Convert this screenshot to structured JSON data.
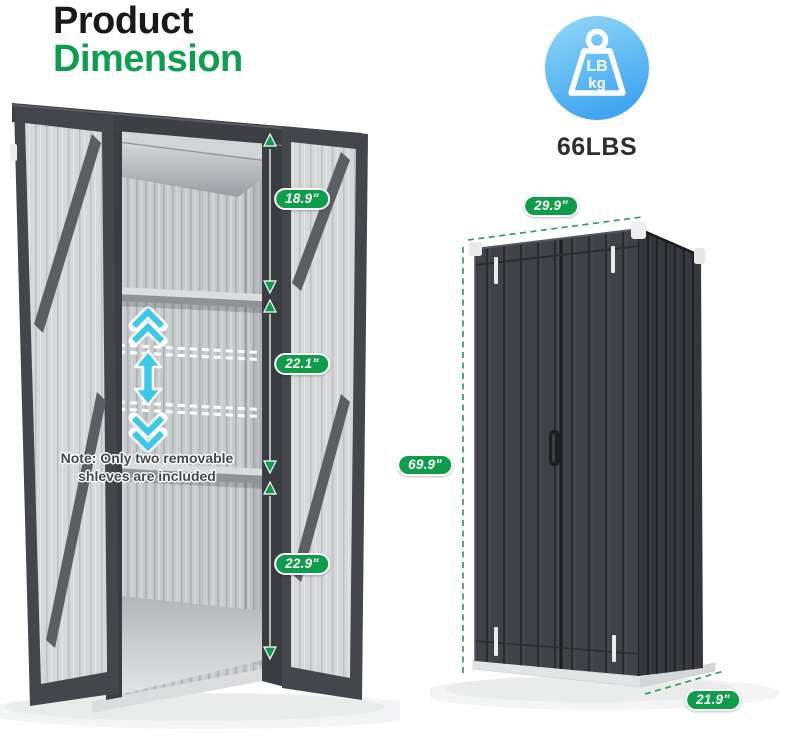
{
  "title": {
    "line1": "Product",
    "line2": "Dimension"
  },
  "weight_badge": {
    "value": "66LBS",
    "icon": "weight-icon",
    "icon_label_top": "LB",
    "icon_label_bottom": "kg"
  },
  "left_cabinet": {
    "note_line1": "Note: Only two removable",
    "note_line2": "shleves are included",
    "measurements": [
      "18.9\"",
      "22.1\"",
      "22.9\""
    ]
  },
  "right_cabinet": {
    "measurements": [
      "29.9\"",
      "69.9\"",
      "21.9\""
    ]
  },
  "colors": {
    "accent_green": "#0f9c4b",
    "title_green": "#0f9d4f",
    "dashed_green": "#2fa05e",
    "arrow_cyan": "#3cc8ea",
    "badge_blue": "#4fadf0",
    "cabinet_dark": "#3f4247",
    "cabinet_light": "#d6d8da"
  }
}
